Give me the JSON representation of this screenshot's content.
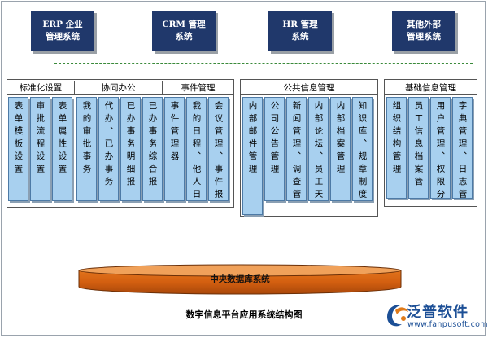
{
  "top_systems": [
    {
      "line1": "ERP 企业",
      "line2": "管理系统"
    },
    {
      "line1": "CRM 管理",
      "line2": "系统"
    },
    {
      "line1": "HR 管理",
      "line2": "系统"
    },
    {
      "line1": "其他外部",
      "line2": "管理系统"
    }
  ],
  "headers": [
    "标准化设置",
    "协同办公",
    "事件管理",
    "公共信息管理",
    "基础信息管理"
  ],
  "columns": [
    "表单模板设置",
    "审批流程设置",
    "表单属性设置",
    "我的审批事务",
    "代办、已办事务",
    "已办事务明细报",
    "已办事务综合报",
    "事件管理器",
    "我的日程、他人日",
    "会议管理、事件报",
    "内部邮件管理",
    "公司公告管理",
    "新闻管理、调查管",
    "内部论坛、员工天",
    "内部档案管理",
    "知识库、规章制度",
    "组织结构管理",
    "员工信息档案管",
    "用户管理、权限分",
    "字典管理、日志管"
  ],
  "database": "中央数据库系统",
  "caption": "数字信息平台应用系统结构图",
  "logo": {
    "name": "泛普软件",
    "url": "www.fanpusoft.com"
  }
}
